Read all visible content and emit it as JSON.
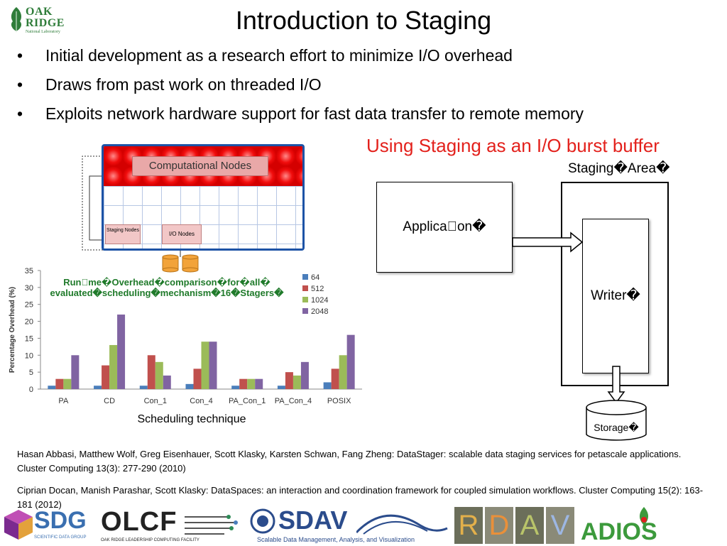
{
  "header": {
    "logo": {
      "line1": "OAK",
      "line2": "RIDGE",
      "line3": "National Laboratory",
      "icon": "oak-leaf-icon"
    },
    "title": "Introduction to Staging"
  },
  "bullets": [
    "Initial development as a research effort to minimize I/O overhead",
    "Draws from past work on threaded I/O",
    "Exploits network hardware support for fast data transfer to remote memory"
  ],
  "bullet_glyph": "•",
  "cluster_diagram": {
    "computational_nodes": "Computational Nodes",
    "staging_nodes": "Staging Nodes",
    "io_nodes": "I/O Nodes"
  },
  "staging_diagram": {
    "caption": "Using Staging as an I/O burst buffer",
    "staging_area": "Staging�Area�",
    "application": "Applica\u0000on�",
    "writer": "Writer�",
    "storage": "Storage�"
  },
  "chart_data": {
    "type": "bar",
    "title_line1": "Run\u0000me�Overhead�comparison�for�all�",
    "title_line2": "evaluated�scheduling�mechanism�16�Stagers�",
    "ylabel": "Percentage Overhead (%)",
    "xlabel": "Scheduling technique",
    "ylim": [
      0,
      35
    ],
    "yticks": [
      0,
      5,
      10,
      15,
      20,
      25,
      30,
      35
    ],
    "categories": [
      "PA",
      "CD",
      "Con_1",
      "Con_4",
      "PA_Con_1",
      "PA_Con_4",
      "POSIX"
    ],
    "series": [
      {
        "name": "64",
        "color": "#4a7ebb",
        "values": [
          1,
          1,
          1,
          1.5,
          1,
          1,
          2
        ]
      },
      {
        "name": "512",
        "color": "#c0504d",
        "values": [
          3,
          7,
          10,
          6,
          3,
          5,
          6
        ]
      },
      {
        "name": "1024",
        "color": "#9bbb59",
        "values": [
          3,
          13,
          8,
          14,
          3,
          4,
          10
        ]
      },
      {
        "name": "2048",
        "color": "#8064a2",
        "values": [
          10,
          22,
          4,
          14,
          3,
          8,
          16
        ]
      }
    ],
    "legend_position": "top-right",
    "grid": false
  },
  "references": [
    "Hasan Abbasi, Matthew Wolf, Greg Eisenhauer, Scott Klasky, Karsten Schwan, Fang Zheng: DataStager: scalable data staging services for petascale applications. Cluster Computing 13(3): 277-290 (2010)",
    "Ciprian Docan, Manish Parashar, Scott Klasky: DataSpaces: an interaction and coordination framework for coupled simulation workflows. Cluster Computing 15(2): 163-181 (2012)"
  ],
  "logos": {
    "sdg": {
      "text": "SDG",
      "sub": "SCIENTIFIC DATA GROUP",
      "icon": "cube-icon"
    },
    "olcf": {
      "text": "OLCF",
      "sub": "OAK RIDGE LEADERSHIP COMPUTING FACILITY",
      "icon": "circuit-lines-icon"
    },
    "sdav": {
      "text": "SDAV",
      "sub": "Scalable Data Management, Analysis, and Visualization",
      "icon": "seal-icon"
    },
    "rdav": {
      "letters": [
        "R",
        "D",
        "A",
        "V"
      ]
    },
    "adios": {
      "text": "ADIOS",
      "icon": "flame-icon"
    }
  }
}
